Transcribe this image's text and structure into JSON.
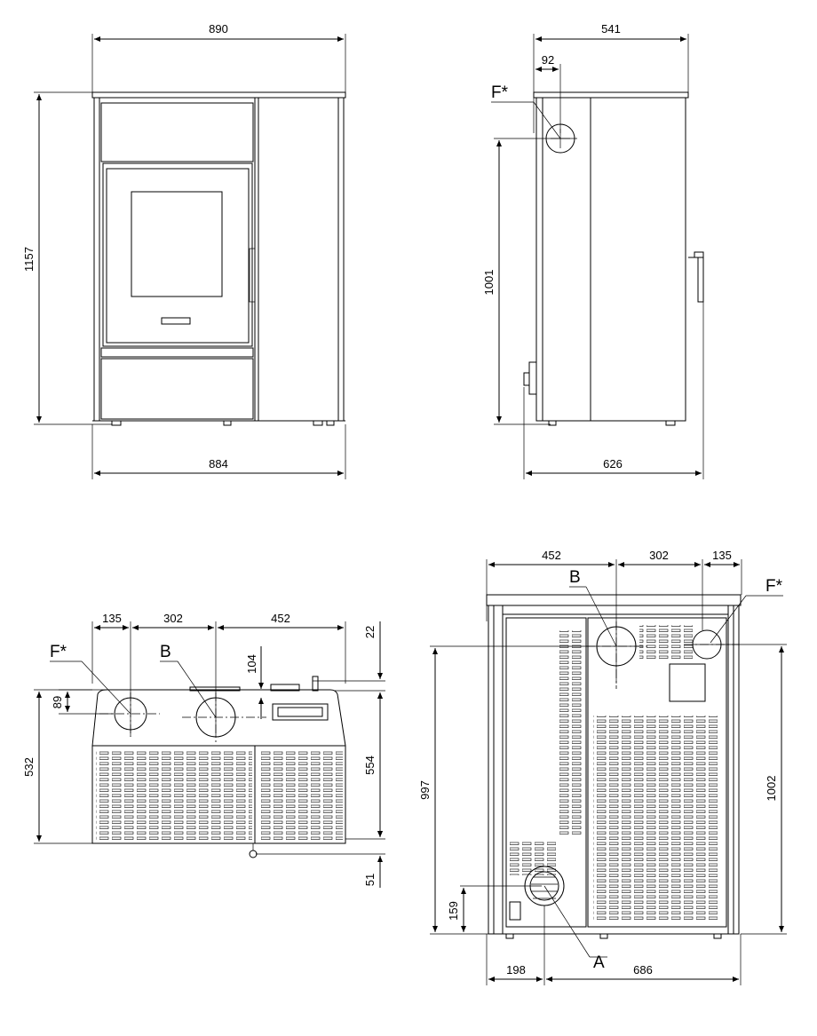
{
  "views": {
    "front": {
      "width_top": "890",
      "height": "1157",
      "width_bottom": "884"
    },
    "side": {
      "depth_top": "541",
      "flue_offset": "92",
      "flue_label": "F*",
      "flue_height": "1001",
      "depth_bottom": "626"
    },
    "top": {
      "dim_1": "135",
      "dim_2": "302",
      "dim_3": "452",
      "dim_right_top": "22",
      "dim_104": "104",
      "dim_89": "89",
      "dim_532": "532",
      "dim_554": "554",
      "dim_51": "51",
      "label_f": "F*",
      "label_b": "B"
    },
    "rear": {
      "dim_1": "452",
      "dim_2": "302",
      "dim_3": "135",
      "label_b": "B",
      "label_f": "F*",
      "dim_997": "997",
      "dim_1002": "1002",
      "dim_159": "159",
      "label_a": "A",
      "dim_198": "198",
      "dim_686": "686"
    }
  }
}
